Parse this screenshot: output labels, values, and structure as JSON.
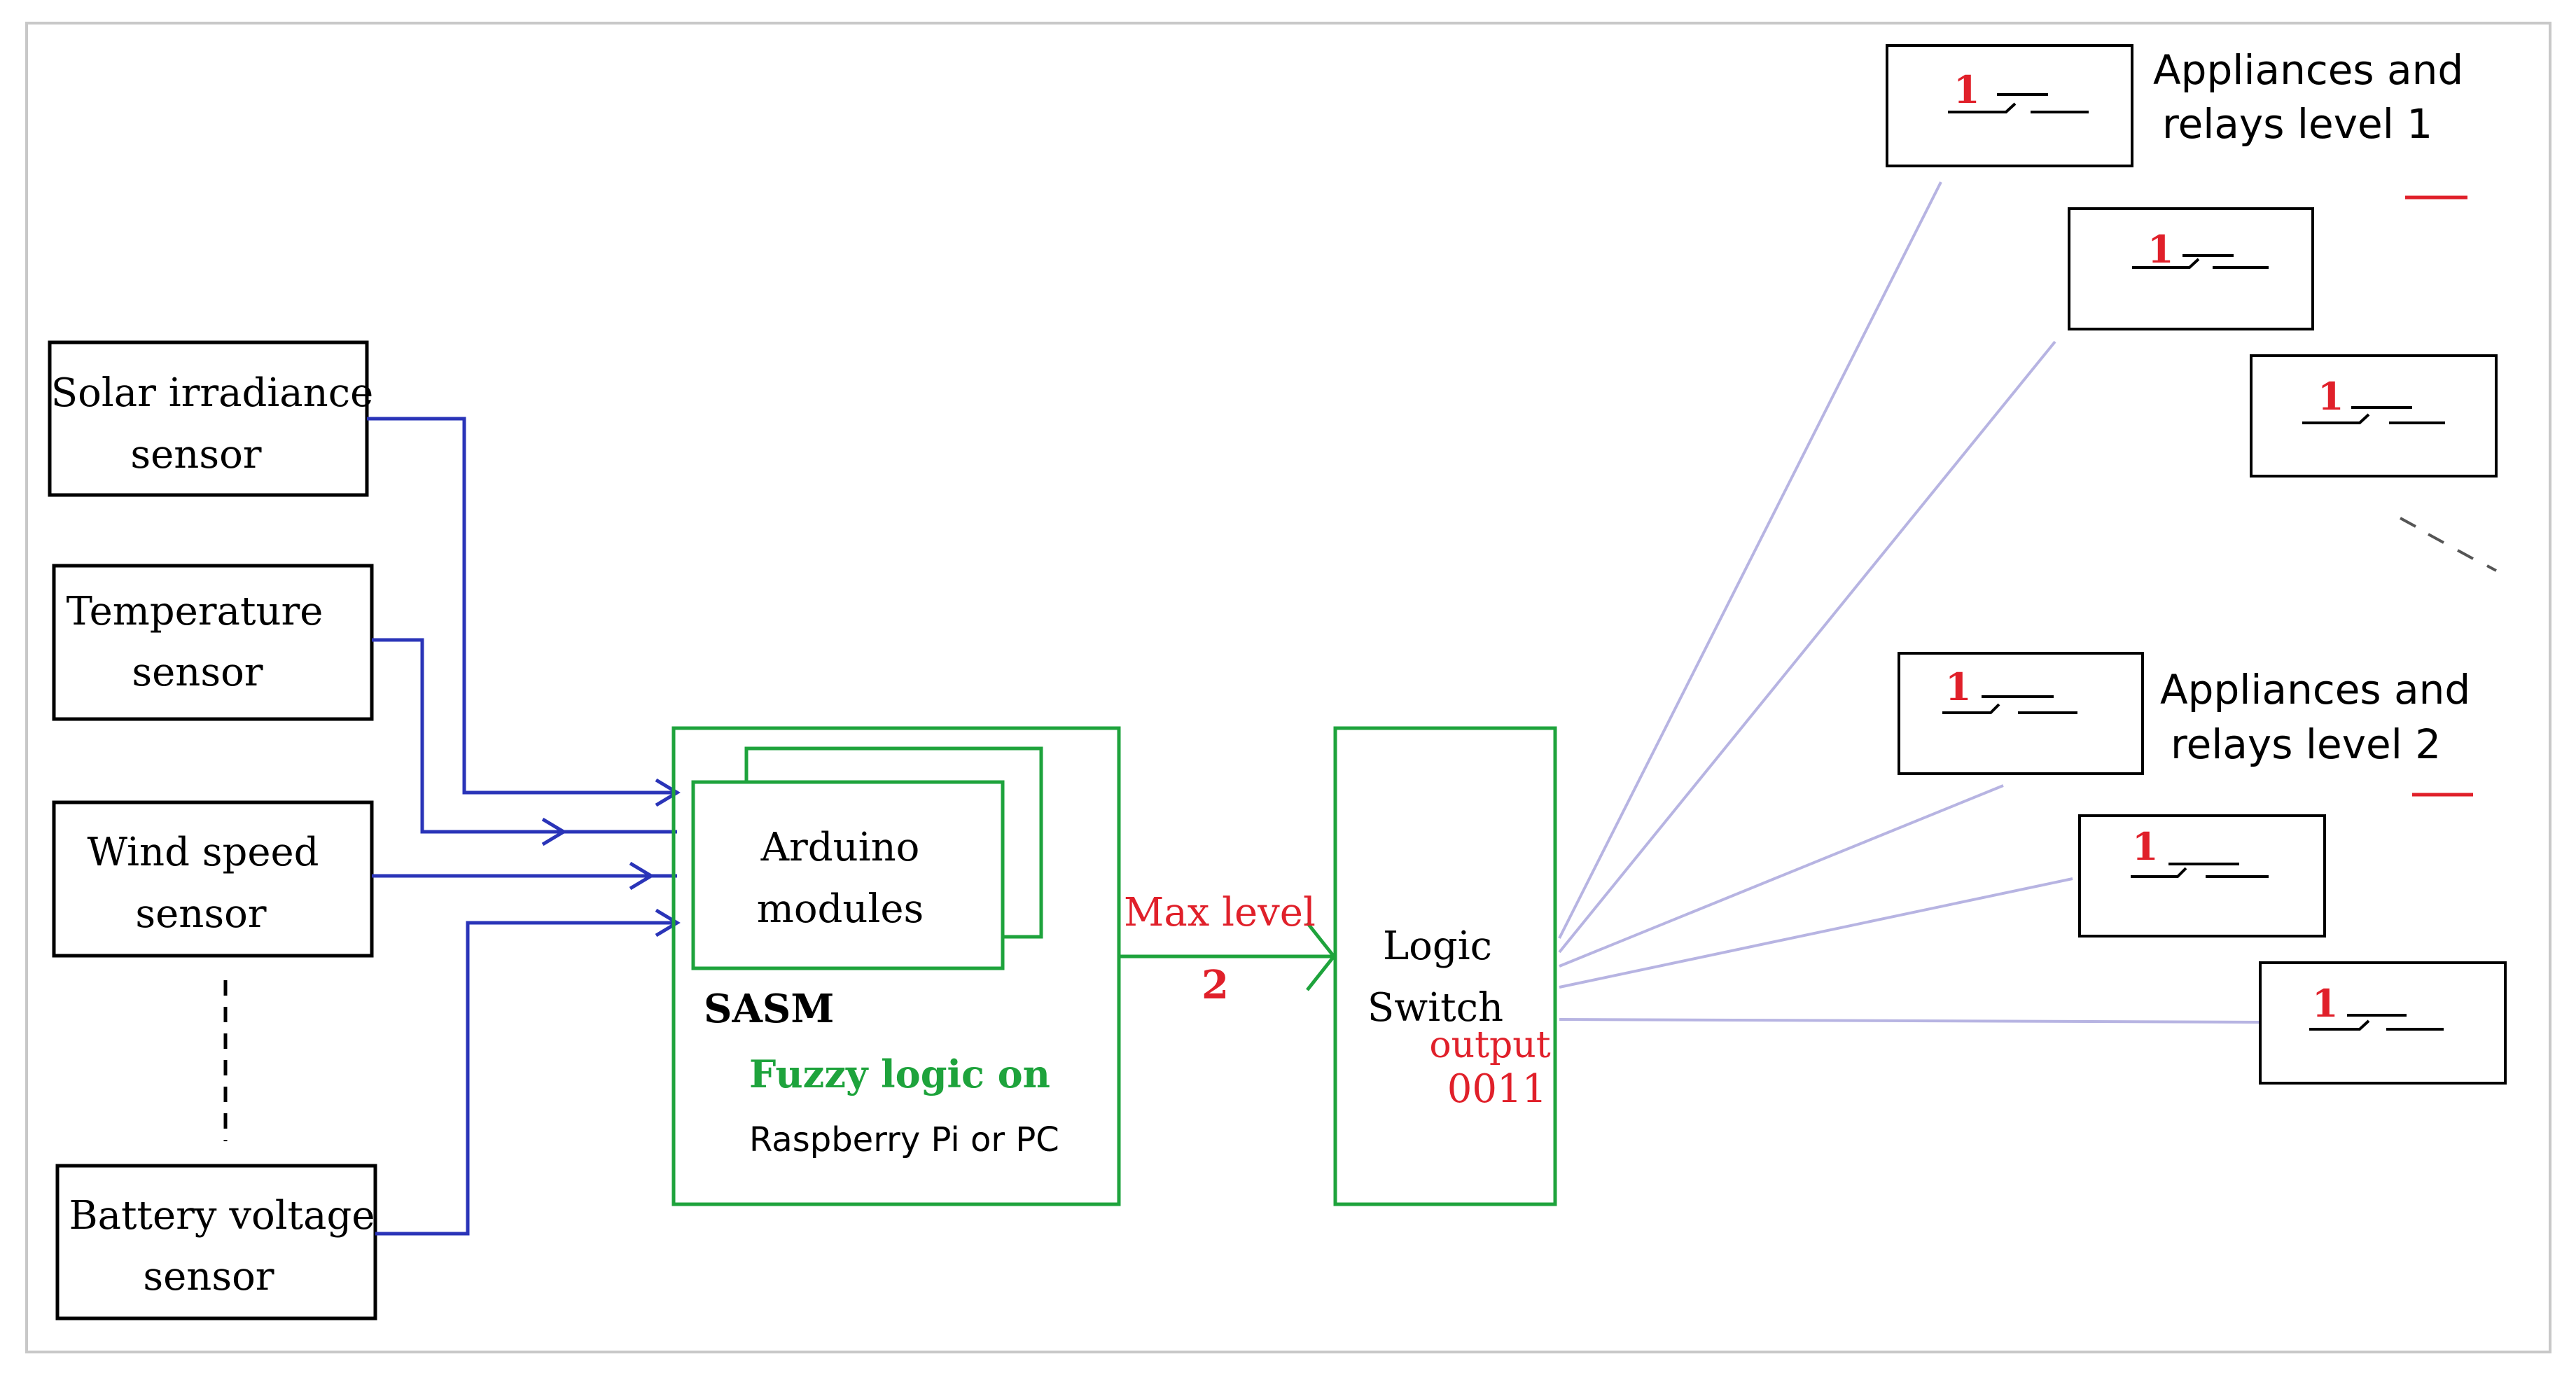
{
  "colors": {
    "frame": "#c8c8c8",
    "black": "#000000",
    "blue": "#2a34b8",
    "green": "#1ea33c",
    "red": "#e0202a",
    "lavender": "#b7b4e2"
  },
  "sensors": {
    "solar": [
      "Solar irradiance",
      "sensor"
    ],
    "temperature": [
      "Temperature",
      "sensor"
    ],
    "wind": [
      "Wind speed",
      "sensor"
    ],
    "battery": [
      "Battery voltage",
      "sensor"
    ]
  },
  "sasm": {
    "arduino": [
      "Arduino",
      "modules"
    ],
    "title": "SASM",
    "fuzzy": "Fuzzy logic on",
    "platform": "Raspberry Pi or PC"
  },
  "link": {
    "max_level": "Max level",
    "level_value": "2"
  },
  "logic_switch": {
    "line1": "Logic",
    "line2": "Switch",
    "output_label": "output",
    "output_value": "0011"
  },
  "appliances": {
    "level1_label": [
      "Appliances and",
      "relays level 1"
    ],
    "level2_label": [
      "Appliances and",
      "relays level 2"
    ],
    "relay_number": "1"
  }
}
